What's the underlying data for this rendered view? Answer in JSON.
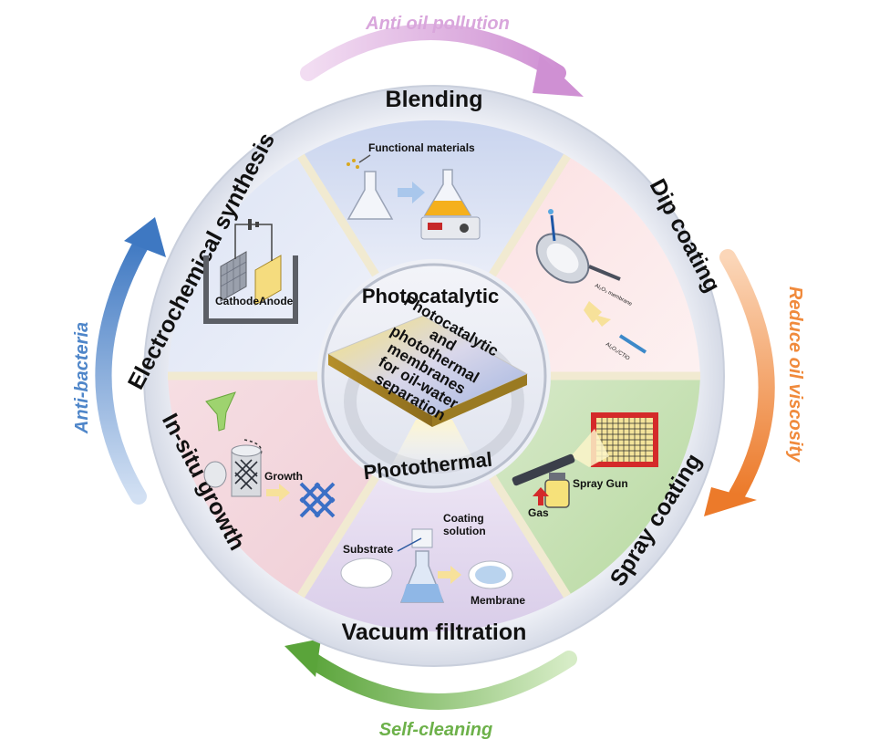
{
  "outer_arrows": {
    "top": "Anti oil pollution",
    "right": "Reduce oil viscosity",
    "bottom": "Self-cleaning",
    "left": "Anti-bacteria"
  },
  "colors": {
    "top_arrow": "#d9a6dc",
    "right_arrow": "#f08a3c",
    "bottom_arrow": "#6db14a",
    "left_arrow": "#4f86c9"
  },
  "methods": {
    "blending": "Blending",
    "dip": "Dip coating",
    "spray": "Spray coating",
    "vacuum": "Vacuum filtration",
    "insitu": "In-situ growth",
    "electro": "Electrochemical synthesis"
  },
  "hub": {
    "top": "Photocatalytic",
    "bottom": "Photothermal",
    "center_lines": [
      "Photocatalytic",
      "and",
      "photothermal",
      "membranes",
      "for oil-water",
      "separation"
    ]
  },
  "segment_labels": {
    "functional_materials": "Functional materials",
    "cathode": "Cathode",
    "anode": "Anode",
    "al2o3_membrane": "Al₂O₃ membrane",
    "al2o3_ctio": "Al₂O₃/CTiO",
    "spray_gun": "Spray Gun",
    "gas": "Gas",
    "growth": "Growth",
    "substrate": "Substrate",
    "coating_solution": "Coating\nsolution",
    "coating_line1": "Coating",
    "coating_line2": "solution",
    "membrane": "Membrane"
  }
}
